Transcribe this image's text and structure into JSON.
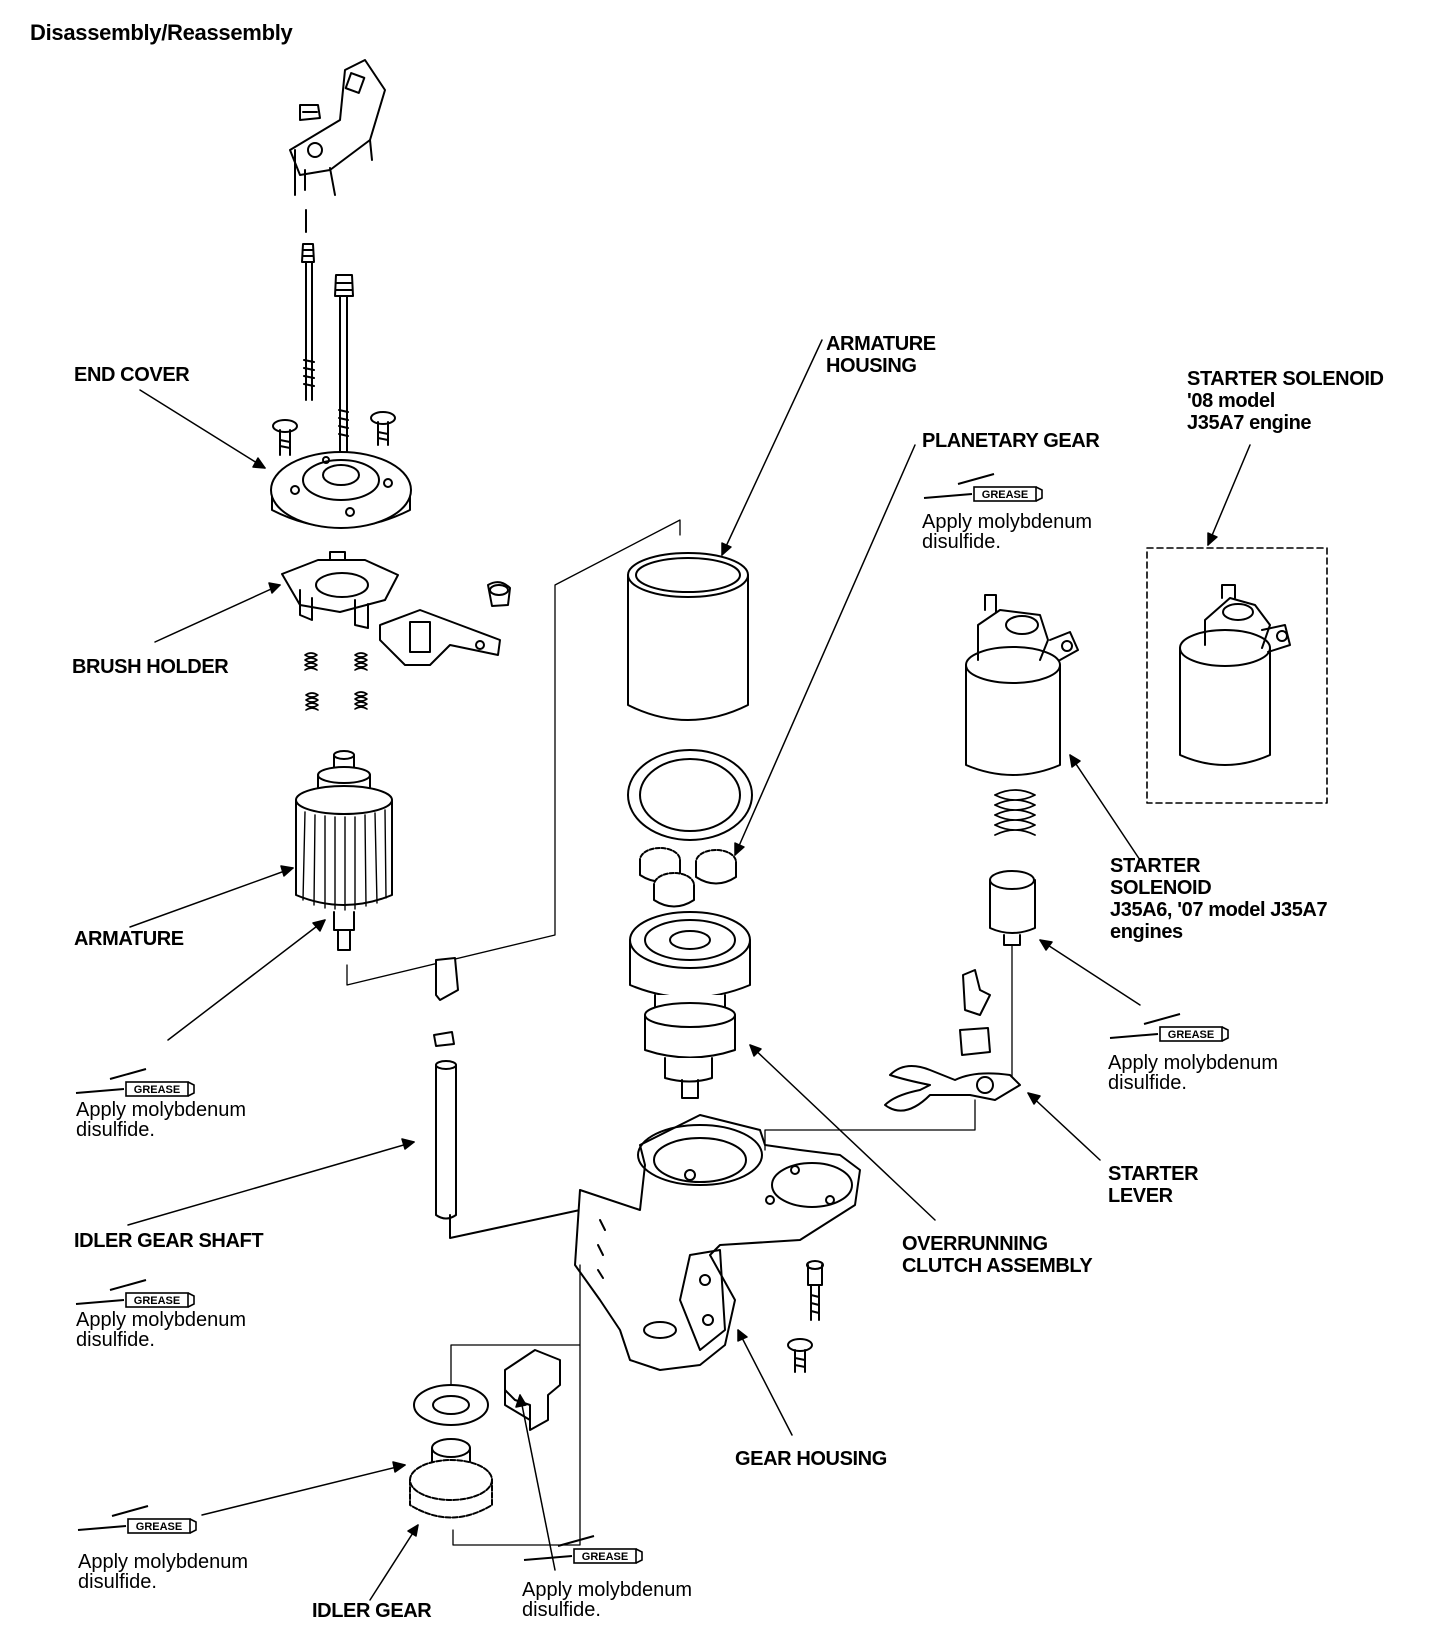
{
  "title": "Disassembly/Reassembly",
  "labels": {
    "end_cover": "END COVER",
    "brush_holder": "BRUSH HOLDER",
    "armature": "ARMATURE",
    "armature_housing": [
      "ARMATURE",
      "HOUSING"
    ],
    "planetary_gear": "PLANETARY GEAR",
    "starter_solenoid_08": [
      "STARTER SOLENOID",
      "'08 model",
      "J35A7 engine"
    ],
    "starter_solenoid_j35a6": [
      "STARTER",
      "SOLENOID",
      "J35A6, '07 model J35A7",
      "engines"
    ],
    "starter_lever": [
      "STARTER",
      "LEVER"
    ],
    "overrunning_clutch": [
      "OVERRUNNING",
      "CLUTCH ASSEMBLY"
    ],
    "idler_gear_shaft": "IDLER GEAR SHAFT",
    "gear_housing": "GEAR HOUSING",
    "idler_gear": "IDLER GEAR"
  },
  "grease_tag": "GREASE",
  "grease_note": [
    "Apply molybdenum",
    "disulfide."
  ]
}
